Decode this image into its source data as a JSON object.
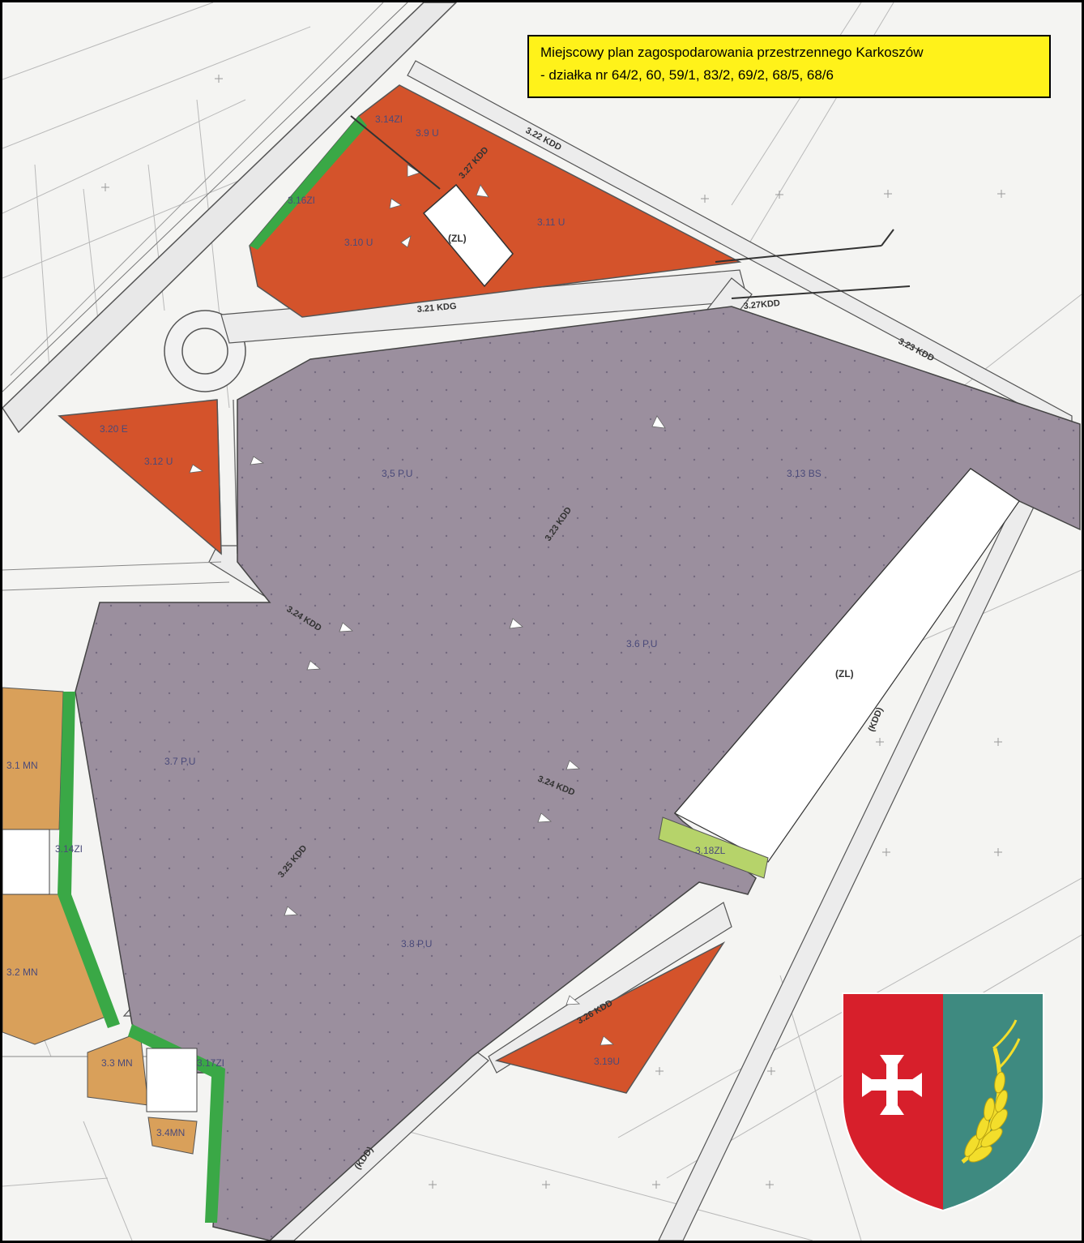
{
  "title": {
    "line1": "Miejscowy plan zagospodarowania przestrzennego Karkoszów",
    "line2": "- działka nr 64/2, 60, 59/1, 83/2, 69/2, 68/5, 68/6"
  },
  "zones": {
    "z3_9U": "3.9 U",
    "z3_10U": "3.10 U",
    "z3_11U": "3.11 U",
    "z3_12U": "3.12 U",
    "z3_20E": "3.20 E",
    "z3_5PU": "3.5 P,U",
    "z3_6PU": "3.6 P,U",
    "z3_7PU": "3.7 P,U",
    "z3_8PU": "3.8 P,U",
    "z3_13BS": "3.13 BS",
    "z3_19U": "3.19U",
    "z3_18ZL": "3.18ZL",
    "z3_1MN": "3.1 MN",
    "z3_2MN": "3.2 MN",
    "z3_3MN": "3.3 MN",
    "z3_4MN": "3.4MN",
    "z3_14ZI_a": "3.14ZI",
    "z3_14ZI_b": "3.14ZI",
    "z3_16ZI": "3.16ZI",
    "z3_17ZI": "3.17ZI",
    "zl_forest_a": "(ZL)",
    "zl_forest_b": "(ZL)"
  },
  "roads": {
    "r3_21KDG": "3.21 KDG",
    "r3_22KDD": "3.22 KDD",
    "r3_23KDD_a": "3.23 KDD",
    "r3_23KDD_b": "3.23 KDD",
    "r3_24KDD_a": "3.24 KDD",
    "r3_24KDD_b": "3.24 KDD",
    "r3_25KDD": "3.25 KDD",
    "r3_26KDD": "3.26 KDD",
    "r3_27KDD_a": "3.27 KDD",
    "r3_27KDD_b": "3.27KDD",
    "kdd_east": "(KDD)",
    "kdd_south": "(KDD)"
  },
  "colors": {
    "service_zone": "#d4532b",
    "industrial_zone": "#9b8f9e",
    "residential_zone": "#d9a05a",
    "green_strip": "#3aa846",
    "forest_patch": "#b6d36a",
    "title_bg": "#fff21a",
    "crest_red": "#d71f2b",
    "crest_green": "#3e8a80",
    "crest_wheat": "#f3de2b"
  }
}
